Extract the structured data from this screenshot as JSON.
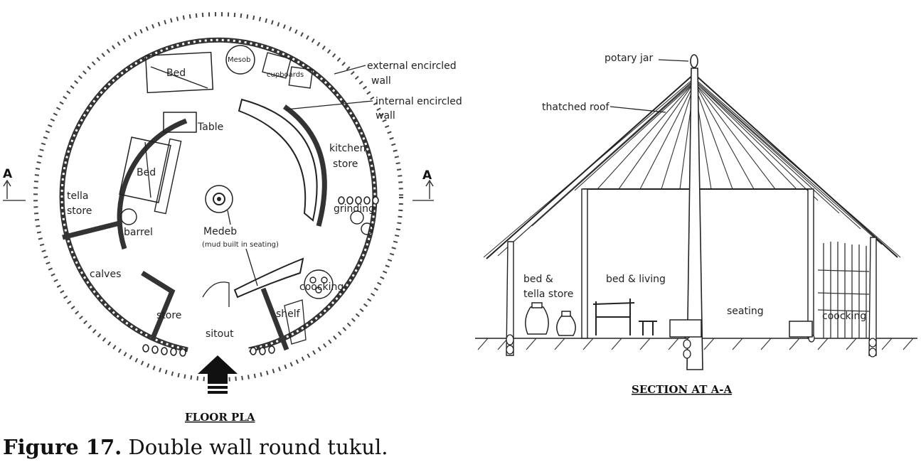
{
  "plan": {
    "title": "FLOOR PLA",
    "section_marker": "A",
    "labels": {
      "bed_outer": "Bed",
      "mesob": "Mesob",
      "cupboards": "cupboards",
      "external_wall_1": "external encircled",
      "external_wall_2": "wall",
      "internal_wall_1": "internal encircled",
      "internal_wall_2": "wall",
      "table": "Table",
      "kitchen_1": "kitchen",
      "kitchen_2": "store",
      "bed_inner": "Bed",
      "tella_1": "tella",
      "tella_2": "store",
      "grinding": "grinding",
      "barrel": "barrel",
      "medeb": "Medeb",
      "medeb_note": "(mud built in seating)",
      "calves": "calves",
      "coocking": "coocking",
      "store": "store",
      "shelf": "shelf",
      "sitout": "sitout"
    }
  },
  "section": {
    "title": "SECTION AT A-A",
    "labels": {
      "potary_jar": "potary jar",
      "thatched_roof": "thatched roof",
      "bed_tella_1": "bed &",
      "bed_tella_2": "tella store",
      "bed_living": "bed & living",
      "seating": "seating",
      "coocking": "coocking"
    }
  },
  "caption": {
    "label": "Figure 17.",
    "text": " Double wall round tukul."
  }
}
